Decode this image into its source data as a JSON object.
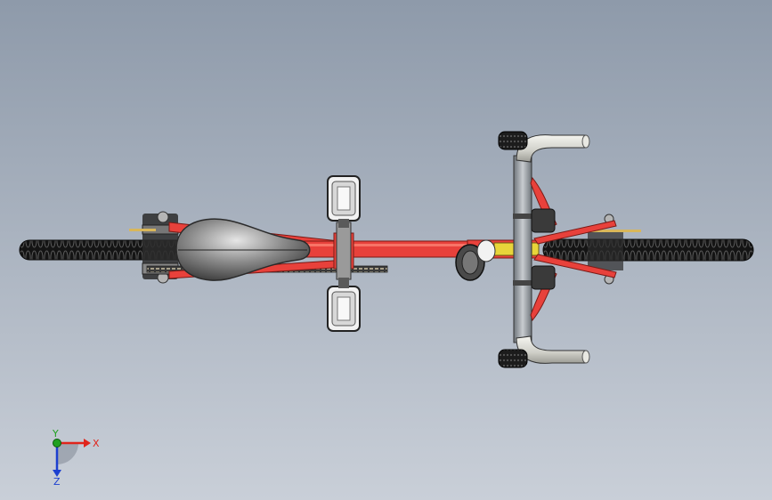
{
  "viewport": {
    "background_top": "#8e9aaa",
    "background_bottom": "#c9cfd8"
  },
  "model": {
    "frame_color": "#e8413b",
    "tire_color": "#1a1a1a",
    "metal_color": "#9aa0a6",
    "saddle_color": "#5a5a5a",
    "grip_color": "#2a2a2a",
    "bar_end_color": "#d8d8d2",
    "bell_color": "#e8d53a",
    "pedal_color": "#f2f2f2"
  },
  "triad": {
    "x_label": "X",
    "y_label": "Y",
    "z_label": "Z",
    "x_color": "#e0241b",
    "y_color": "#1fa01f",
    "z_color": "#1c3fd0"
  }
}
